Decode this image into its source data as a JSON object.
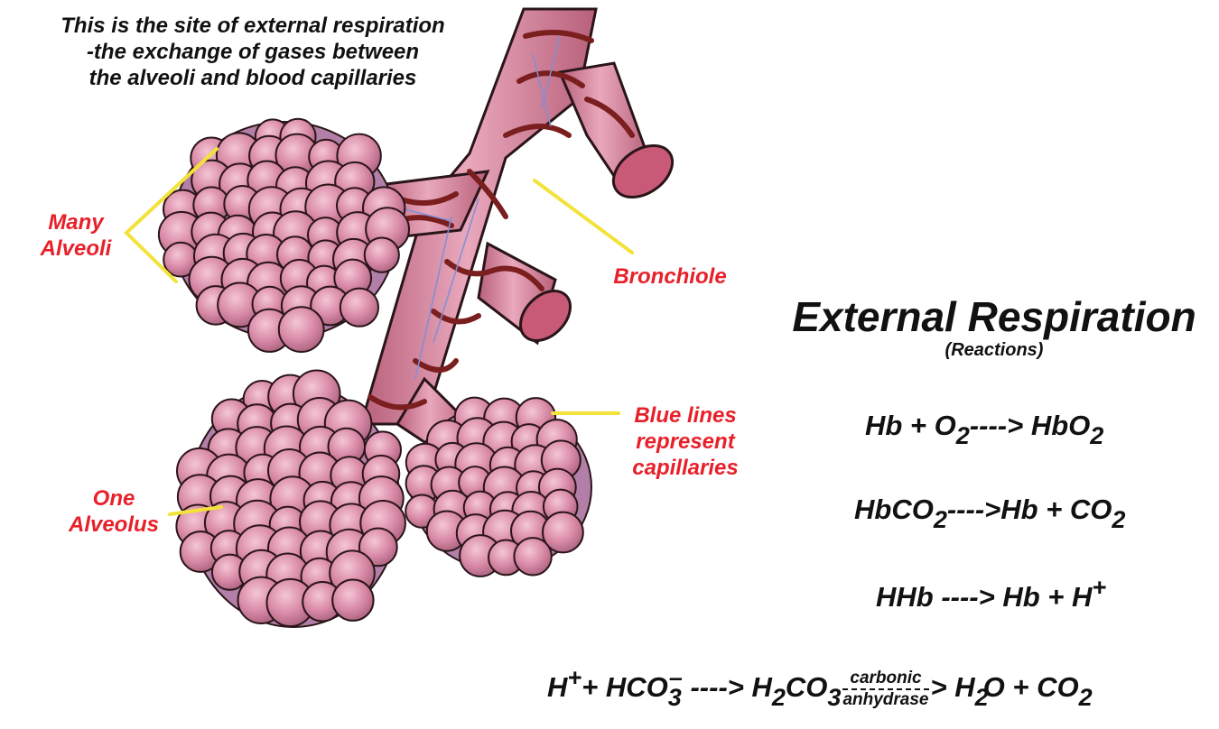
{
  "caption": {
    "lines": [
      "This is the site of external respiration",
      "-the exchange of gases between",
      "the alveoli and blood capillaries"
    ]
  },
  "labels": {
    "many_alveoli": [
      "Many",
      "Alveoli"
    ],
    "bronchiole": "Bronchiole",
    "blue_lines": [
      "Blue lines",
      "represent",
      "capillaries"
    ],
    "one_alveolus": [
      "One",
      "Alveolus"
    ]
  },
  "reactions": {
    "title": "External Respiration",
    "subtitle": "(Reactions)",
    "eq1": {
      "a": "Hb + O",
      "a_sub": "2",
      "arrow": "---->",
      "b": " HbO",
      "b_sub": "2"
    },
    "eq2": {
      "a": "HbCO",
      "a_sub": "2",
      "arrow": "---->",
      "b": "Hb + CO",
      "b_sub": "2"
    },
    "eq3": {
      "a": "HHb ",
      "arrow": "---->",
      "b": " Hb + H",
      "b_sup": "+"
    },
    "eq4": {
      "a": "H",
      "a_sup": "+",
      "b": "+ HCO",
      "b_sub": "3",
      "b_sup": "–",
      "arrow": "---->",
      "c": "H",
      "c_sub": "2",
      "d": "CO",
      "d_sub": "3",
      "catalyst_top": "carbonic",
      "catalyst_bottom": "anhydrase",
      "arrow2": ">",
      "e": "H",
      "e_sub": "2",
      "f": "O + CO",
      "f_sub": "2"
    }
  },
  "colors": {
    "label_red": "#e8202a",
    "pointer_yellow": "#f2e23a",
    "tissue_pink": "#d98aa6",
    "tissue_outline": "#2a1518",
    "capillary_dark": "#7a1e1e",
    "capillary_blue": "#7f8fd6"
  }
}
